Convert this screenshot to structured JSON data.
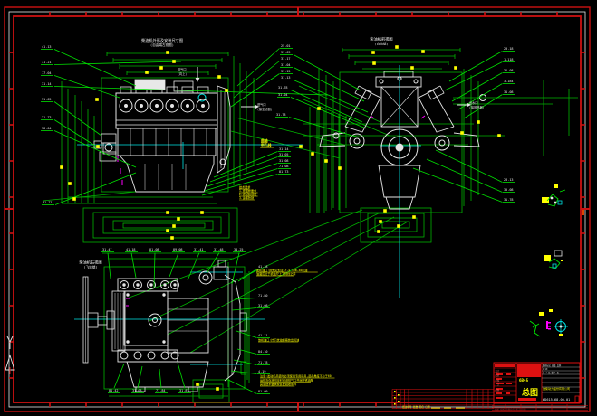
{
  "app": {
    "name": "CAD engineering drawing — diesel engine outline and installation views"
  },
  "colors": {
    "background": "#000000",
    "frame_red": "#cc1111",
    "frame_white": "#e8e8e8",
    "leader_green": "#00b400",
    "bright_green": "#00e000",
    "label_white": "#e6e6e6",
    "marker_yellow": "#ffff00",
    "centerline_cyan": "#00e5e5",
    "accent_magenta": "#ff00ff",
    "title_block_red": "#dd1111"
  },
  "views": [
    {
      "id": "left-side-view",
      "title_lines": [
        "柴油机外形及安装尺寸图",
        "(自由端左视图)"
      ]
    },
    {
      "id": "front-view",
      "title_lines": [
        "柴油机前视图",
        "(自由端)"
      ]
    },
    {
      "id": "right-side-view",
      "title_lines": [
        "柴油机右视图",
        "(飞轮端)"
      ]
    }
  ],
  "part_labels": [
    "41.13",
    "31.21",
    "17.04",
    "31.14",
    "31.05",
    "31.73",
    "38.04",
    "25.01",
    "31.09",
    "31.17",
    "31.04",
    "31.15",
    "31.13",
    "31.78",
    "31.04",
    "31.78",
    "31.14",
    "31.05",
    "31.08",
    "71.08",
    "81.73",
    "20.18",
    "1.118",
    "31.08",
    "3.184",
    "31.08",
    "28.13",
    "35.08",
    "31.78",
    "31.47",
    "41.18",
    "81.08",
    "89.08",
    "31.41",
    "31.48",
    "34.25",
    "81.42",
    "31.08",
    "71.84",
    "31.87",
    "41.18",
    "71.80",
    "31.08",
    "41.11",
    "84.10",
    "71.78",
    "4.19",
    "81.09",
    "31.71"
  ],
  "notes": {
    "gap_note": {
      "lines": [
        "技术要求",
        "1.按图样要求",
        "2.按试验规范",
        "3.涂漆防锈"
      ]
    },
    "crank_callout": {
      "lines": [
        "曲轴",
        "中心线"
      ]
    },
    "oil_fill_note": {
      "lines": [
        "加机油口:按规定加注CF-4 15W-40机油",
        "油面应位于机油尺上下刻线之间"
      ]
    },
    "oil_drain_note": {
      "lines": [
        "放机油口:拧下放油螺塞放出机油"
      ]
    },
    "install_note": {
      "lines": [
        "注意:发动机吊装时必须使用专用吊具,起吊角度不小于60°",
        "运输及存放时应封闭进排气口并涂防锈油脂",
        "其余技术要求按装配验收条件"
      ]
    }
  },
  "callouts": {
    "intake": {
      "lines": [
        "进气口",
        "(接空滤器)"
      ]
    },
    "exhaust": {
      "lines": [
        "排气口",
        "(向上)"
      ]
    },
    "water_out": {
      "lines": [
        "出水口",
        "(接散热器)"
      ]
    }
  },
  "title_block": {
    "material": "6B45",
    "title": "总图",
    "company": "潍柴动力股份有限公司",
    "drawing_no": "WD615.68.00.01",
    "sig_labels": [
      "设计",
      "校对",
      "审核",
      "工艺",
      "批准"
    ],
    "info_row1": "图样标记 质量 比例",
    "info_row2": "1:10",
    "sheet": "共 1 张 第 1 张"
  },
  "revision_table": {
    "header": "更改单号 处数 签名 日期"
  },
  "bottom_strip": {
    "text": "描图   描校   底图总号   签字   日期"
  },
  "symbols": [
    "detail-symbol-a",
    "detail-symbol-b",
    "detail-symbol-c",
    "projection-fold-mark",
    "fold-triangle-mark"
  ]
}
